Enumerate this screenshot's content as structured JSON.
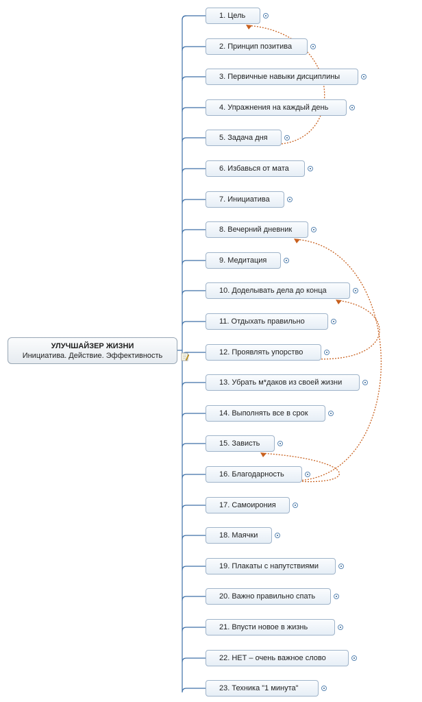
{
  "root": {
    "title": "УЛУЧШАЙЗЕР ЖИЗНИ",
    "subtitle": "Инициатива. Действие. Эффективность",
    "icon": "note-icon"
  },
  "topics": [
    {
      "label": "1. Цель"
    },
    {
      "label": "2. Принцип позитива"
    },
    {
      "label": "3. Первичные навыки дисциплины"
    },
    {
      "label": "4. Упражнения на каждый день"
    },
    {
      "label": "5. Задача дня"
    },
    {
      "label": "6. Избавься от мата"
    },
    {
      "label": "7. Инициатива"
    },
    {
      "label": "8. Вечерний дневник"
    },
    {
      "label": "9. Медитация"
    },
    {
      "label": "10. Доделывать дела до конца"
    },
    {
      "label": "11. Отдыхать правильно"
    },
    {
      "label": "12. Проявлять упорство"
    },
    {
      "label": "13. Убрать м*даков из своей жизни"
    },
    {
      "label": "14. Выполнять все в срок"
    },
    {
      "label": "15. Зависть"
    },
    {
      "label": "16. Благодарность"
    },
    {
      "label": "17. Самоирония"
    },
    {
      "label": "18. Маячки"
    },
    {
      "label": "19. Плакаты с напутствиями"
    },
    {
      "label": "20. Важно правильно спать"
    },
    {
      "label": "21. Впусти новое в жизнь"
    },
    {
      "label": "22. НЕТ – очень важное слово"
    },
    {
      "label": "23. Техника \"1 минута\""
    }
  ],
  "relationships": [
    {
      "from": "5. Задача дня",
      "to": "1. Цель"
    },
    {
      "from": "12. Проявлять упорство",
      "to": "10. Доделывать дела до конца"
    },
    {
      "from": "16. Благодарность",
      "to": "8. Вечерний дневник"
    },
    {
      "from": "16. Благодарность",
      "to": "15. Зависть"
    }
  ],
  "colors": {
    "branch": "#3d6fa6",
    "relationship": "#c8601e",
    "node_border": "#9eb3c9"
  }
}
